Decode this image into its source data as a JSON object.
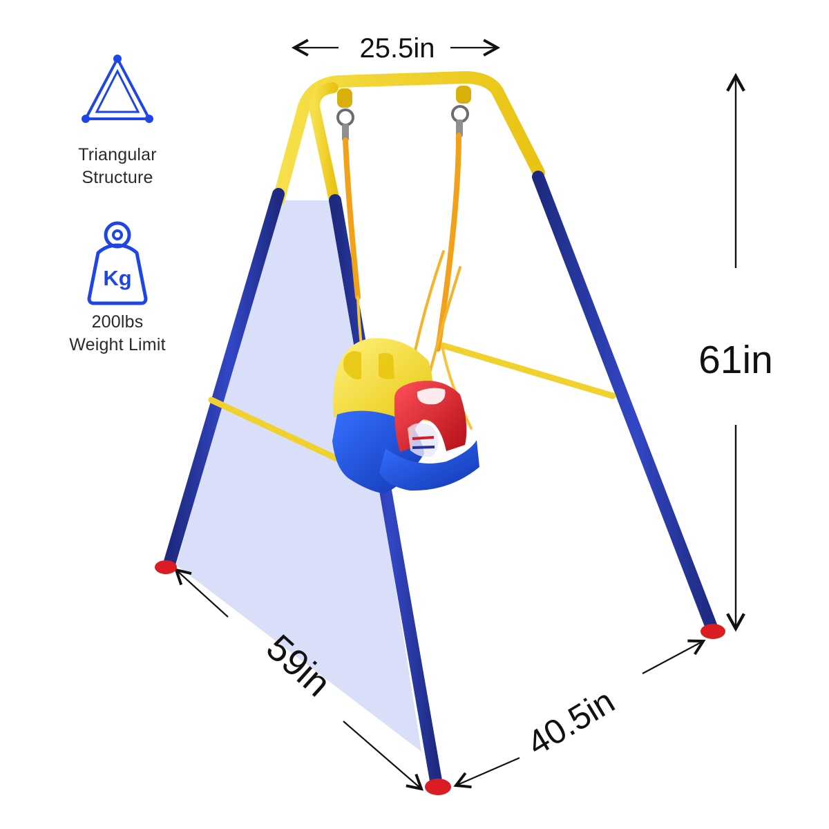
{
  "features": [
    {
      "icon": "triangle-icon",
      "lines": [
        "Triangular",
        "Structure"
      ]
    },
    {
      "icon": "weight-icon",
      "icon_text": "Kg",
      "lines": [
        "200lbs",
        "Weight Limit"
      ]
    }
  ],
  "dimensions": {
    "top_width": "25.5in",
    "height": "61in",
    "side_depth": "59in",
    "base_width": "40.5in"
  },
  "colors": {
    "frame_blue": "#24329f",
    "frame_yellow": "#f4d21f",
    "foot_red": "#d7191f",
    "seat_blue": "#1f4fd0",
    "seat_yellow": "#f1d81d",
    "seat_red": "#df1c24",
    "icon_blue": "#1f46e5",
    "panel_tint": "#cdd4f6"
  }
}
